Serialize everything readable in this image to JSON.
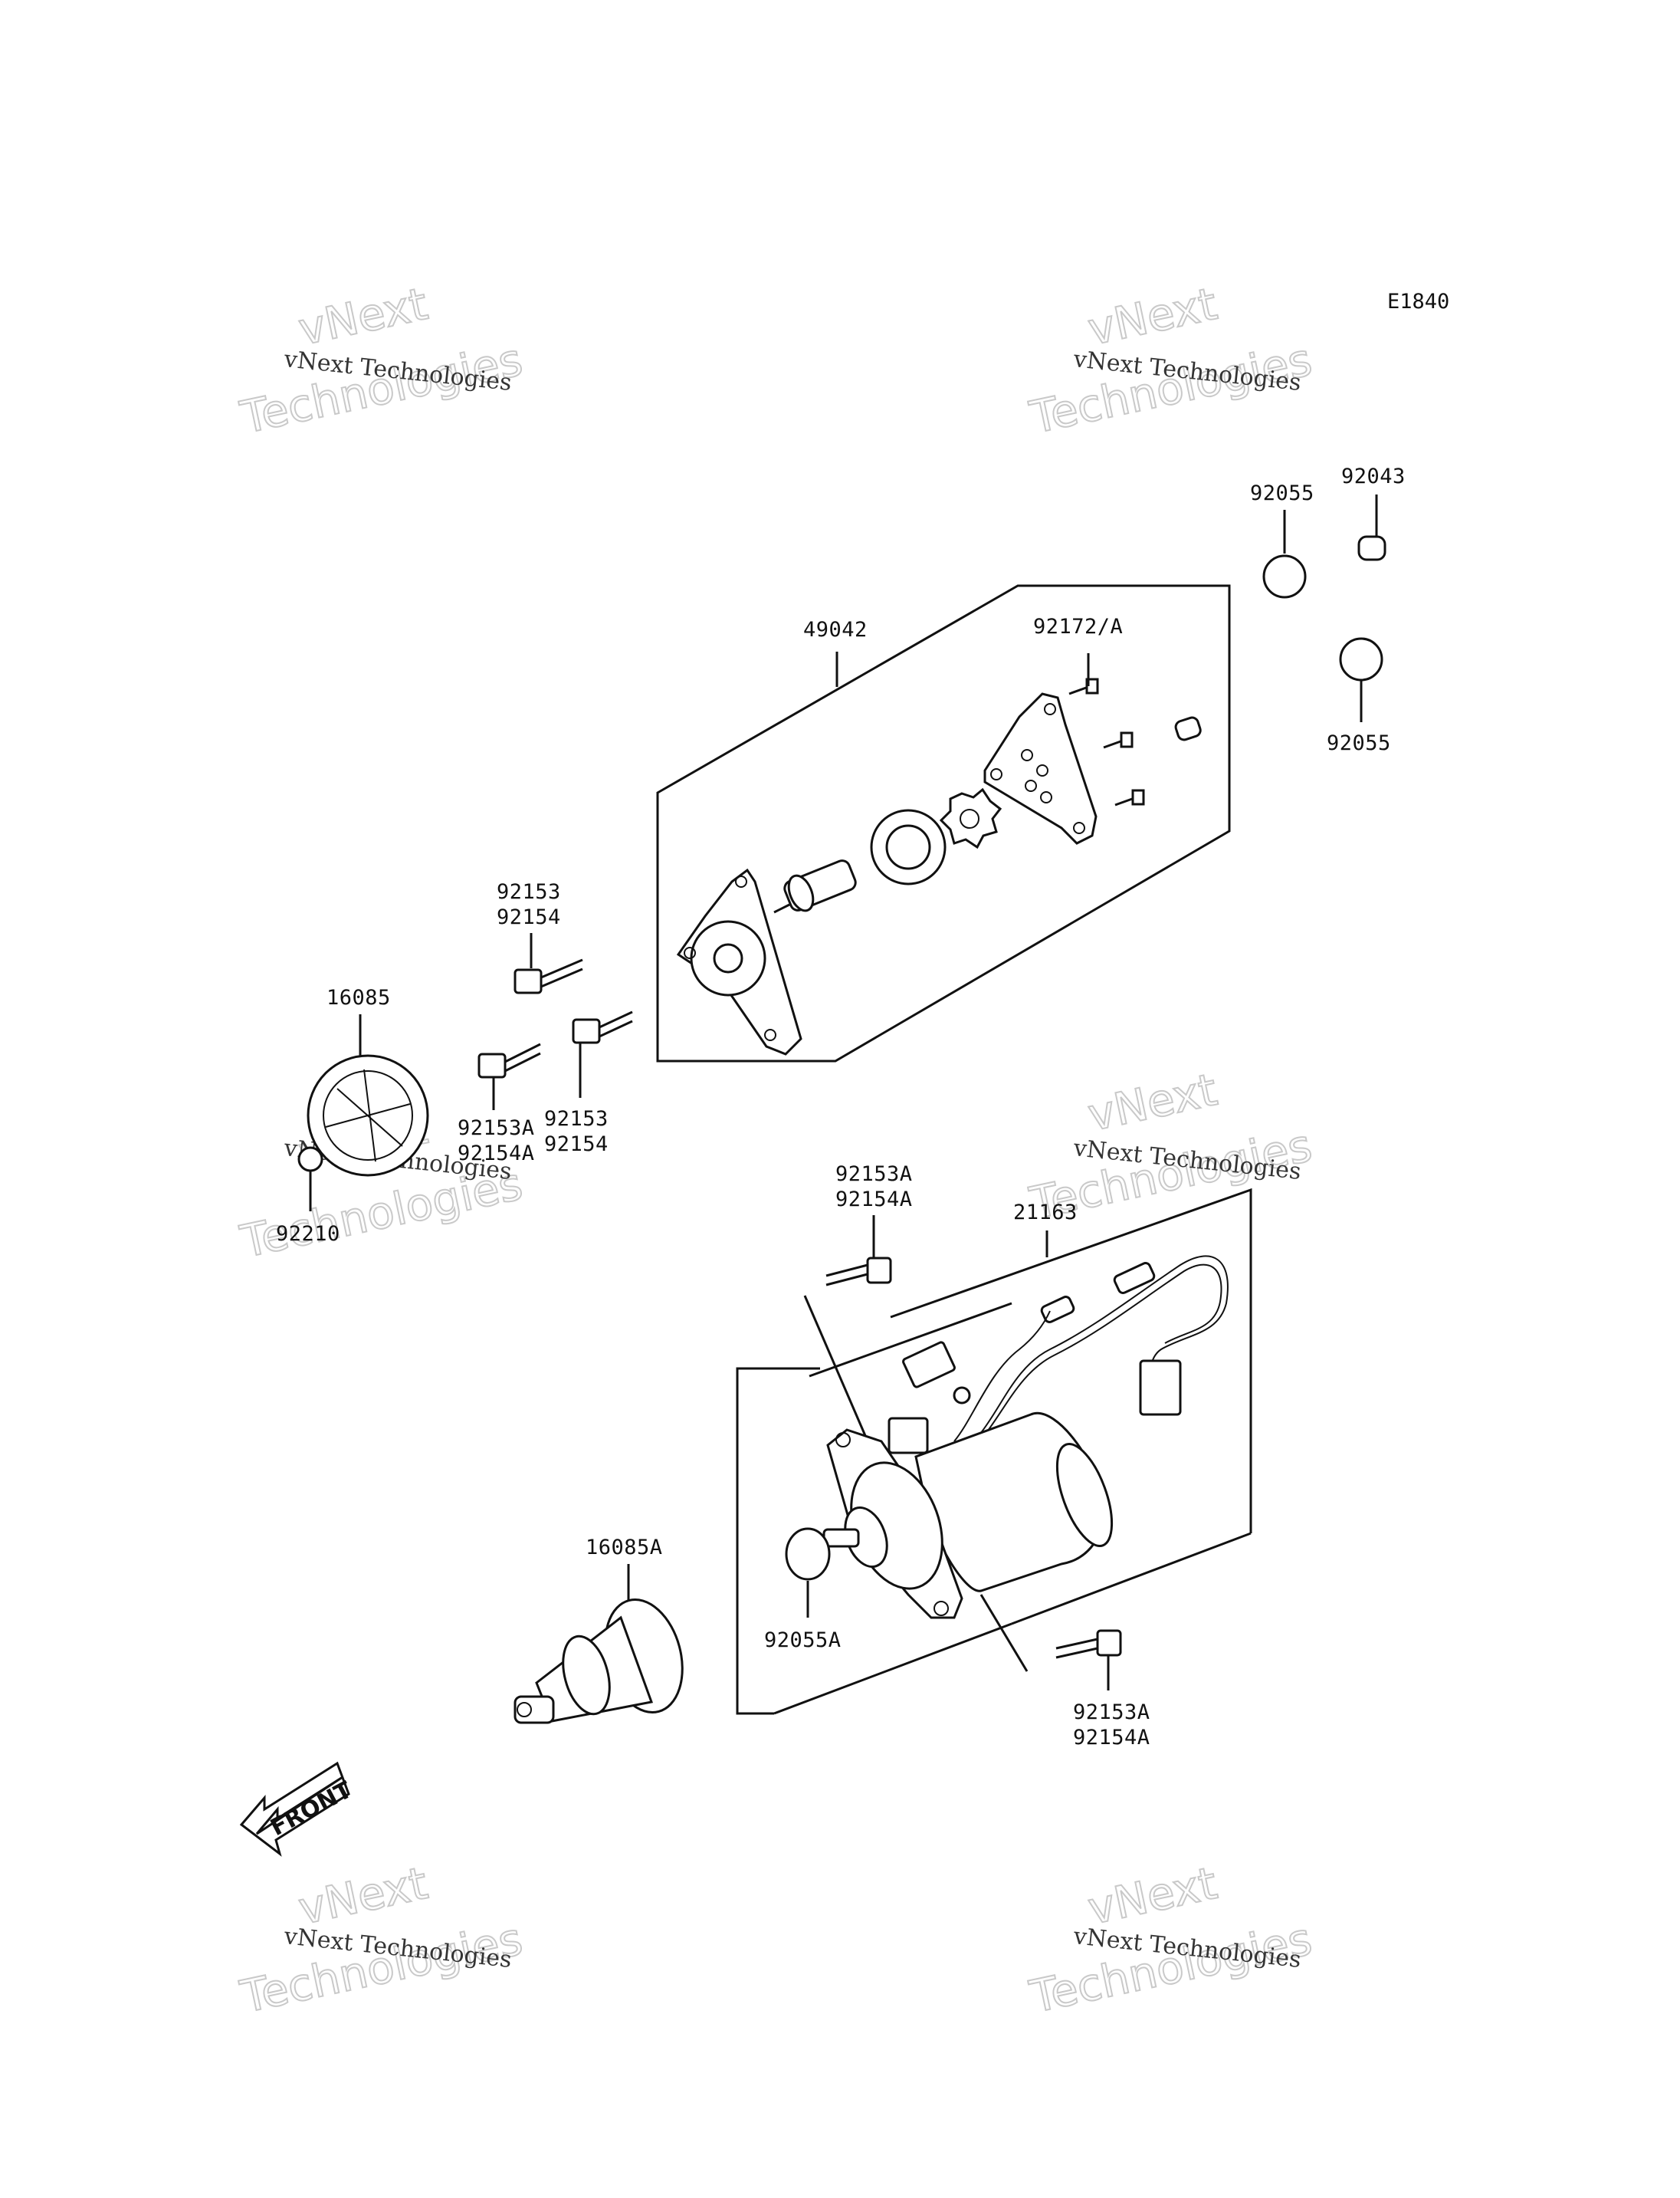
{
  "diagram_code": "E1840",
  "watermark": {
    "small_text": "vNext Technologies",
    "big_line1": "vNext",
    "big_line2": "Technologies"
  },
  "parts": {
    "p49042": "49042",
    "p92172A": "92172/A",
    "p92055_top": "92055",
    "p92043": "92043",
    "p92055_right": "92055",
    "p92153_top": "92153",
    "p92154_top": "92154",
    "p16085": "16085",
    "p92153A_mid": "92153A",
    "p92154A_mid": "92154A",
    "p92153_mid": "92153",
    "p92154_mid": "92154",
    "p92210": "92210",
    "p92153A_starter": "92153A",
    "p92154A_starter": "92154A",
    "p21163": "21163",
    "p16085A": "16085A",
    "p92055A": "92055A",
    "p92153A_bottom": "92153A",
    "p92154A_bottom": "92154A"
  },
  "front_label": "FRONT"
}
